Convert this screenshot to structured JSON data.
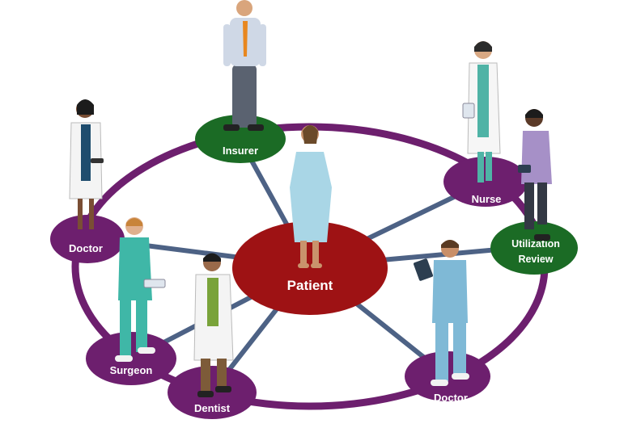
{
  "center": {
    "label": "Patient"
  },
  "nodes": [
    {
      "id": "insurer",
      "label": "Insurer",
      "fill": "#1b6b25"
    },
    {
      "id": "nurse",
      "label": "Nurse",
      "fill": "#6d1f6e"
    },
    {
      "id": "utilization-review",
      "label": "Utilization Review",
      "lines": [
        "Utilization",
        "Review"
      ],
      "fill": "#1b6b25"
    },
    {
      "id": "doctor-right",
      "label": "Doctor",
      "fill": "#6d1f6e"
    },
    {
      "id": "dentist",
      "label": "Dentist",
      "fill": "#6d1f6e"
    },
    {
      "id": "surgeon",
      "label": "Surgeon",
      "fill": "#6d1f6e"
    },
    {
      "id": "doctor-left",
      "label": "Doctor",
      "fill": "#6d1f6e"
    }
  ],
  "colors": {
    "ring": "#6d1f6e",
    "spoke": "#4d6285",
    "center_fill": "#9e1214",
    "purple_node": "#6d1f6e",
    "green_node": "#1b6b25",
    "label_text": "#ffffff"
  }
}
